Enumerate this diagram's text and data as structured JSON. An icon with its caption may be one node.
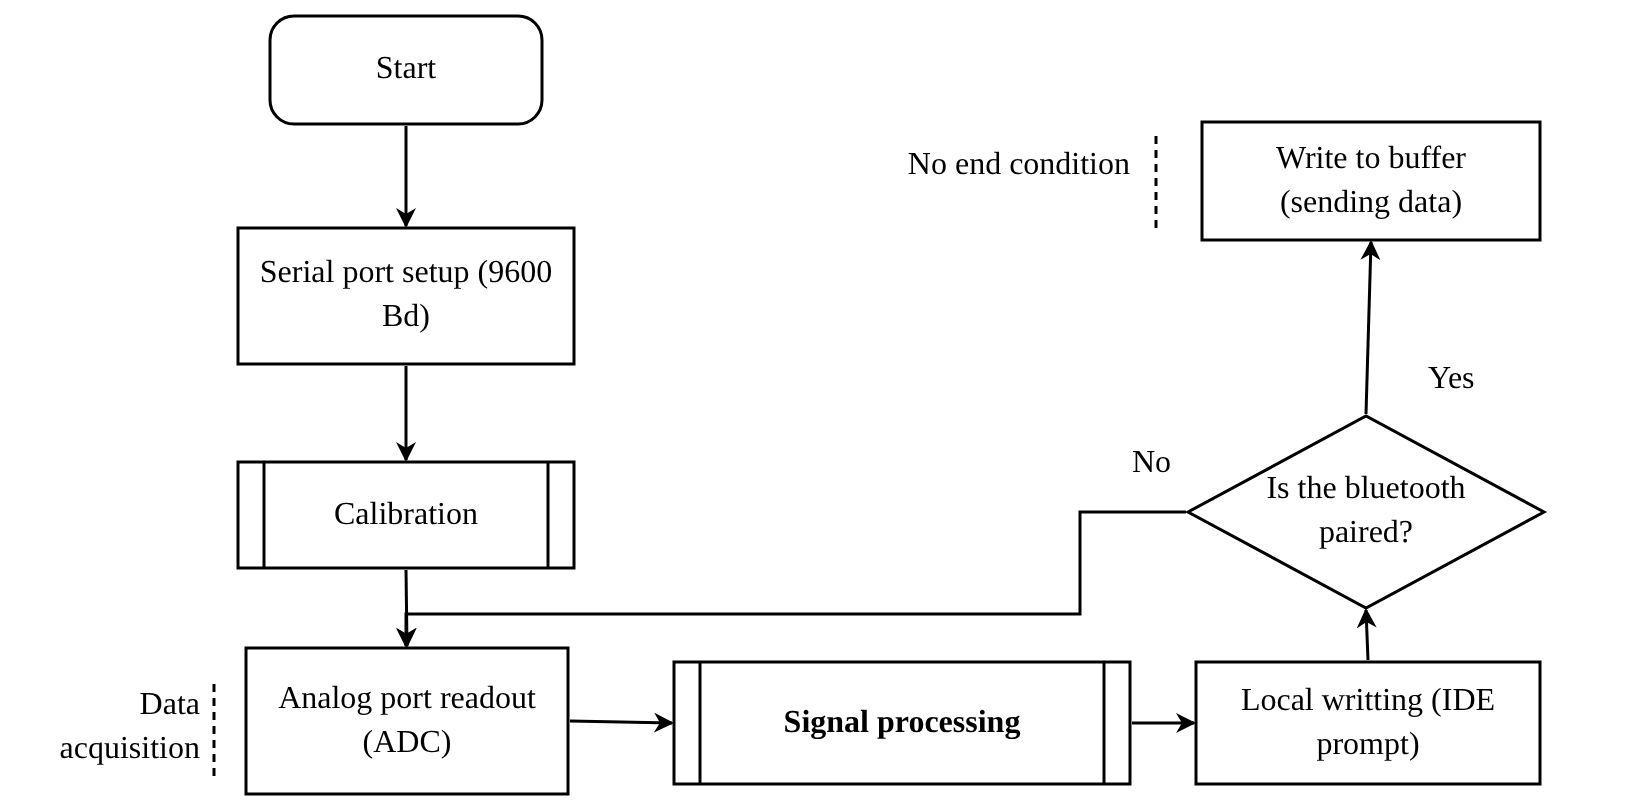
{
  "diagram": {
    "nodes": [
      {
        "text": [
          "Start"
        ]
      },
      {
        "text": [
          "Serial port setup (9600 Bd)"
        ]
      },
      {
        "text": [
          "Calibration"
        ]
      },
      {
        "text": [
          "Analog port readout (ADC)"
        ],
        "beside": [
          "Data acquisition"
        ]
      },
      {
        "text": [
          "Signal processing"
        ]
      },
      {
        "text": [
          "Local writting (IDE prompt)"
        ]
      },
      {
        "text": [
          "Is the bluetooth paired?"
        ]
      },
      {
        "text": [
          "Write to buffer (sending data)"
        ],
        "beside": [
          "No end condition"
        ]
      }
    ],
    "edges": [
      {
        "from": 0,
        "to": 1,
        "arrow": "to"
      },
      {
        "from": 1,
        "to": 2,
        "arrow": "to"
      },
      {
        "from": 2,
        "to": 3,
        "arrow": "to"
      },
      {
        "from": 3,
        "to": 4,
        "arrow": "to"
      },
      {
        "from": 4,
        "to": 5,
        "arrow": "to"
      },
      {
        "from": 5,
        "to": 6,
        "arrow": "to"
      },
      {
        "from": 6,
        "to": 7,
        "label": "Yes",
        "arrow": "to"
      },
      {
        "from": 6,
        "to": 3,
        "label": "No",
        "arrow": "to"
      }
    ]
  }
}
